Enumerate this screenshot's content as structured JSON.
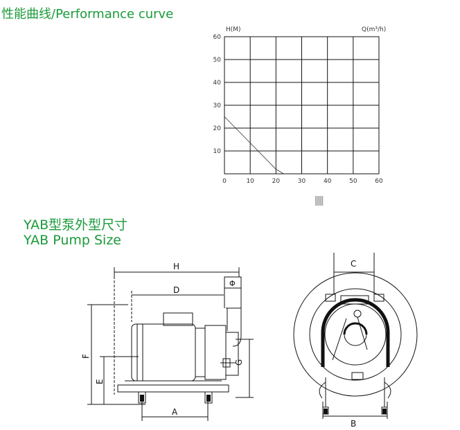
{
  "performance": {
    "title": "性能曲线/Performance curve"
  },
  "chart_data": {
    "type": "line",
    "ylabel": "H(M)",
    "xlabel": "Q(m³/h)",
    "xlim": [
      0,
      60
    ],
    "ylim": [
      0,
      60
    ],
    "x_ticks": [
      0,
      10,
      20,
      30,
      40,
      50,
      60
    ],
    "y_ticks": [
      10,
      20,
      30,
      40,
      50,
      60
    ],
    "grid": true,
    "series": [
      {
        "x": [
          0,
          20,
          23
        ],
        "y": [
          25,
          2,
          0
        ]
      }
    ]
  },
  "pump_size": {
    "title_cn": "YAB型泵外型尺寸",
    "title_en": "YAB Pump Size"
  },
  "dimensions": {
    "H": "H",
    "D": "D",
    "phi": "Φ",
    "F": "F",
    "E": "E",
    "G": "G",
    "A": "A",
    "C": "C",
    "B": "B"
  },
  "colors": {
    "heading": "#1a9a3a",
    "line": "#111111",
    "grid_text": "#333333"
  }
}
